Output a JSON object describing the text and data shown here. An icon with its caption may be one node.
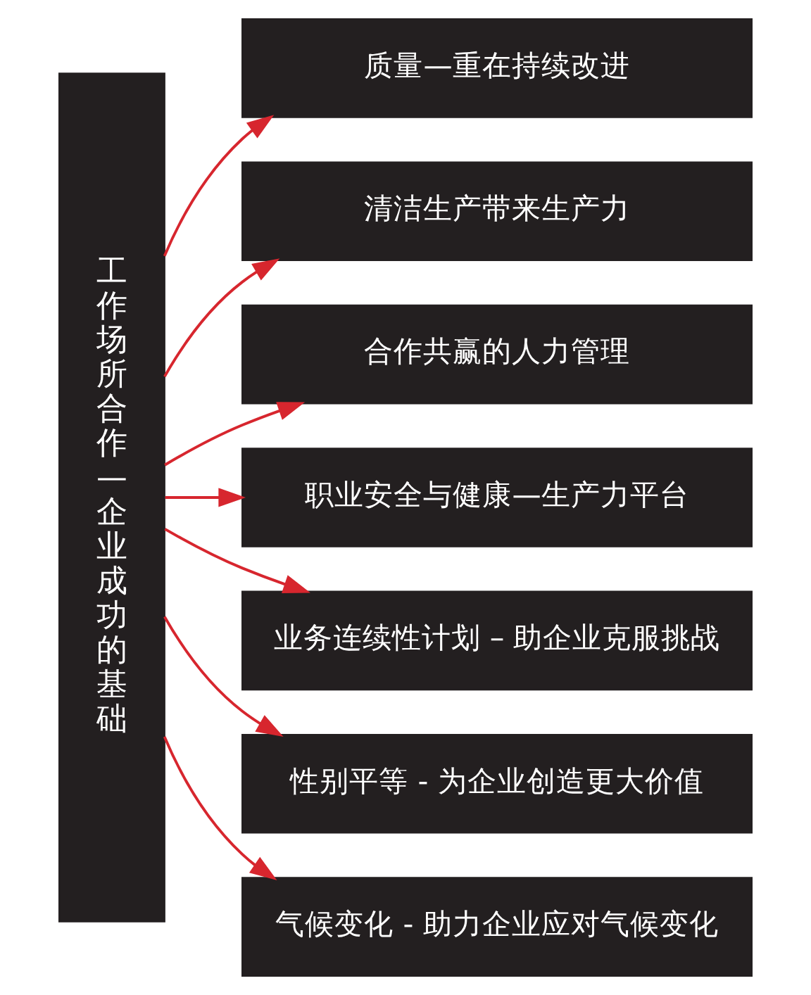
{
  "diagram": {
    "nodes": [
      {
        "text": [
          "工作场所合作—企业成功的基础"
        ]
      },
      {
        "text": [
          "质量—重在持续改进"
        ]
      },
      {
        "text": [
          "清洁生产带来生产力"
        ]
      },
      {
        "text": [
          "合作共赢的人力管理"
        ]
      },
      {
        "text": [
          "职业安全与健康—生产力平台"
        ]
      },
      {
        "text": [
          "业务连续性计划 – 助企业克服挑战"
        ]
      },
      {
        "text": [
          "性别平等 - 为企业创造更大价值"
        ]
      },
      {
        "text": [
          "气候变化 - 助力企业应对气候变化"
        ]
      }
    ],
    "edges": [
      {
        "from": 0,
        "to": 1,
        "arrow": "to"
      },
      {
        "from": 0,
        "to": 2,
        "arrow": "to"
      },
      {
        "from": 0,
        "to": 3,
        "arrow": "to"
      },
      {
        "from": 0,
        "to": 4,
        "arrow": "to"
      },
      {
        "from": 0,
        "to": 5,
        "arrow": "to"
      },
      {
        "from": 0,
        "to": 6,
        "arrow": "to"
      },
      {
        "from": 0,
        "to": 7,
        "arrow": "to"
      }
    ]
  }
}
